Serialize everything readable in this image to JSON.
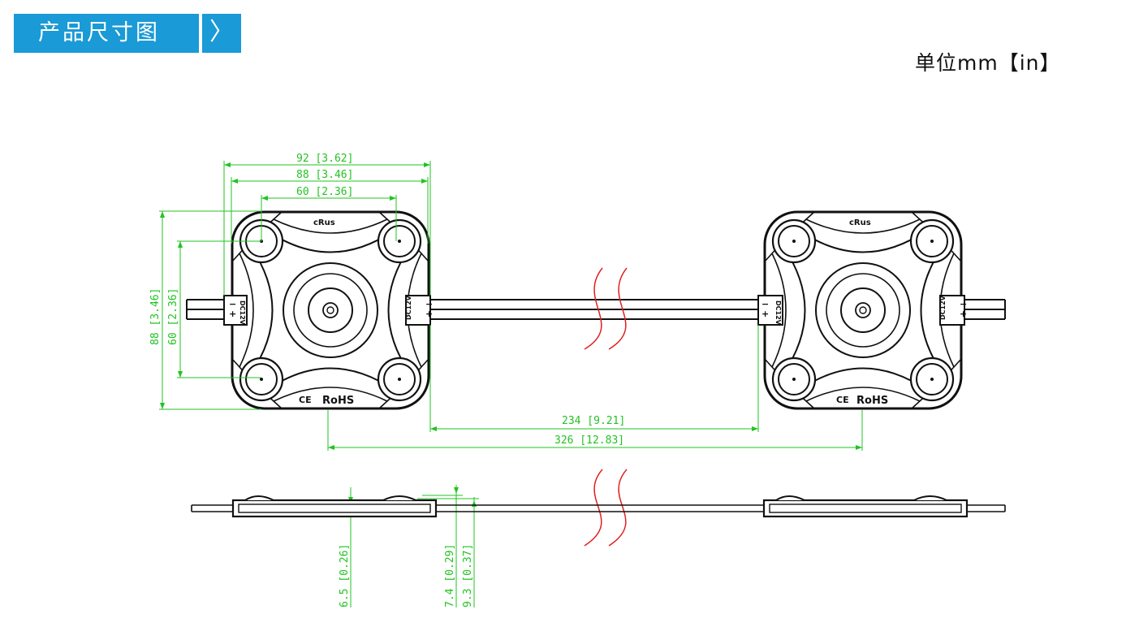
{
  "header": {
    "title": "产品尺寸图",
    "arrow_glyph": "〉"
  },
  "unit_label": "单位mm【in】",
  "colors": {
    "header_bg": "#1a9ad6",
    "dimension": "#22c322",
    "break_mark": "#e02020",
    "outline": "#111111"
  },
  "icons": [
    "chevron-right-icon"
  ],
  "dimensions": {
    "top_width_outer": "92 [3.62]",
    "top_width_inner": "88 [3.46]",
    "lens_spacing_h": "60 [2.36]",
    "height_outer": "88 [3.46]",
    "lens_spacing_v": "60 [2.36]",
    "pitch_gap": "234 [9.21]",
    "pitch_center": "326 [12.83]",
    "thickness_base": "6.5 [0.26]",
    "thickness_lens": "7.4 [0.29]",
    "thickness_total": "9.3 [0.37]"
  },
  "module_markings": {
    "cert": "RoHS",
    "ce": "CE",
    "ul": "cRus",
    "voltage": "DC12V",
    "plus": "+",
    "minus": "−"
  }
}
